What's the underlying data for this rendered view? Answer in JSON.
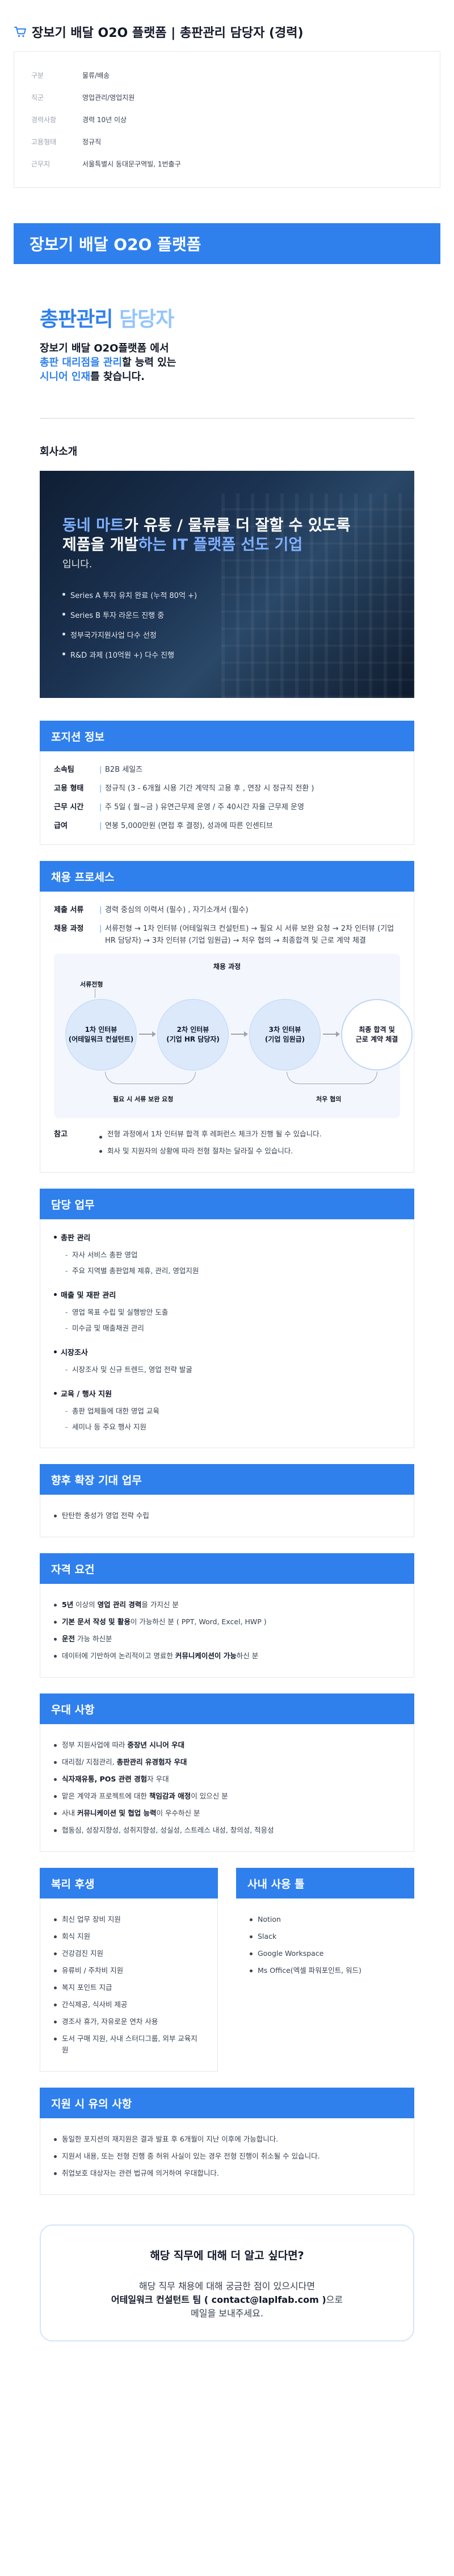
{
  "page_title": "장보기 배달 O2O 플랫폼 | 총판관리 담당자 (경력)",
  "info": [
    {
      "key": "구분",
      "value": "물류/배송"
    },
    {
      "key": "직군",
      "value": "영업관리/영업지원"
    },
    {
      "key": "경력사항",
      "value": "경력 10년 이상"
    },
    {
      "key": "고용형태",
      "value": "정규직"
    },
    {
      "key": "근무지",
      "value": "서울특별시 동대문구역빌, 1번출구"
    }
  ],
  "hero_band": "장보기 배달 O2O 플랫폼",
  "lead": {
    "title_main": "총판관리",
    "title_light": " 담당자",
    "line1": "장보기 배달 O2O플랫폼 에서",
    "line2_hl": "총판 대리점을 관리",
    "line2_rest": "할 능력 있는",
    "line3_hl": "시니어 인재",
    "line3_rest": "를 찾습니다."
  },
  "company": {
    "heading": "회사소개",
    "title_l1_a": "동네 마트",
    "title_l1_b": "가 유통 / 물류",
    "title_l1_c": "를 더 잘할 수 있도록",
    "title_l2_a": "제품을 개발",
    "title_l2_b": "하는 IT 플랫폼 선도 기업",
    "sub": "입니다.",
    "bullets": [
      "Series A 투자 유치 완료 (누적 80억 +)",
      "Series B 투자 라운드 진행 중",
      "정부국가지원사업 다수 선정",
      "R&D 과제 (10억원 +) 다수 진행"
    ]
  },
  "position": {
    "heading": "포지션 정보",
    "rows": [
      {
        "k": "소속팀",
        "v": "B2B 세일즈"
      },
      {
        "k": "고용 형태",
        "v": "정규직 (3 - 6개월 시용 기간 계약직 고용 후 , 연장 시 정규직 전환 )"
      },
      {
        "k": "근무 시간",
        "v": "주 5일 ( 월~금 ) 유연근무제 운영 / 주 40시간 자율 근무제 운영"
      },
      {
        "k": "급여",
        "v": "연봉 5,000만원 (면접 후 결정), 성과에 따른 인센티브"
      }
    ]
  },
  "process": {
    "heading": "채용 프로세스",
    "rows": [
      {
        "k": "제출 서류",
        "v": "경력 중심의 이력서 (필수) , 자기소개서 (필수)"
      },
      {
        "k": "채용 과정",
        "v": "서류전형 → 1차 인터뷰 (어테일워크 컨설턴트) → 필요 시 서류 보완 요청 → 2차 인터뷰 (기업 HR 담당자) → 3차 인터뷰 (기업 임원급) → 처우 협의 → 최종합격 및 근로 계약 체결"
      }
    ],
    "diagram_title": "채용 과정",
    "start_label": "서류전형",
    "steps": [
      {
        "l1": "1차 인터뷰",
        "l2": "(어테일워크 컨설턴트)"
      },
      {
        "l1": "2차 인터뷰",
        "l2": "(기업 HR 담당자)"
      },
      {
        "l1": "3차 인터뷰",
        "l2": "(기업 임원급)"
      },
      {
        "l1": "최종 합격 및",
        "l2": "근로 계약 체결"
      }
    ],
    "note_left": "필요 시 서류 보완 요청",
    "note_right": "처우 협의",
    "ref_key": "참고",
    "ref_notes": [
      "전형 과정에서 1차 인터뷰 합격 후 레퍼런스 체크가 진행 될 수 있습니다.",
      "회사 및 지원자의 상황에 따라 전형 절차는 달라질 수 있습니다."
    ]
  },
  "duties": {
    "heading": "담당 업무",
    "groups": [
      {
        "title": "총판 관리",
        "items": [
          "자사 서비스 총판 영업",
          "주요 지역별 총판업체 제휴, 관리, 영업지원"
        ]
      },
      {
        "title": "매출 및 재판 관리",
        "items": [
          "영업 목표 수립 및 실행방안 도출",
          "미수금 및 매출채권 관리"
        ]
      },
      {
        "title": "시장조사",
        "items": [
          "시장조사 및 신규 트렌드, 영업 전략 발굴"
        ]
      },
      {
        "title": "교육 / 행사 지원",
        "items": [
          "총판 업체들에 대한 영업 교육",
          "세미나 등 주요 행사 지원"
        ]
      }
    ]
  },
  "future": {
    "heading": "향후 확장 기대 업무",
    "items": [
      "탄탄한 충성가 영업 전략 수립"
    ]
  },
  "qual": {
    "heading": "자격 요건",
    "items": [
      {
        "b": "5년",
        "r1": " 이상의 ",
        "b2": "영업 관리 경력",
        "r2": "을 가지신 분"
      },
      {
        "b": "기본 문서 작성 및 활용",
        "r1": "이 가능하신 분 ( PPT, Word, Excel, HWP )",
        "b2": "",
        "r2": ""
      },
      {
        "b": "운전",
        "r1": " 가능 하신분",
        "b2": "",
        "r2": ""
      },
      {
        "b": "",
        "r1": "데이터에 기반하여 논리적이고 명료한 ",
        "b2": "커뮤니케이션이 가능",
        "r2": "하신 분"
      }
    ]
  },
  "pref": {
    "heading": "우대 사항",
    "items": [
      {
        "r1": "정부 지원사업에 따라 ",
        "b": "중장년 시니어 우대",
        "r2": ""
      },
      {
        "r1": "대리점/ 지점관리, ",
        "b": "총판관리 유경험자 우대",
        "r2": ""
      },
      {
        "r1": "",
        "b": "식자재유통, POS 관련 경험",
        "r2": "자 우대"
      },
      {
        "r1": "맡은 계약과 프로젝트에 대한 ",
        "b": "책임감과 애정",
        "r2": "이 있으신 분"
      },
      {
        "r1": "사내 ",
        "b": "커뮤니케이션 및 협업 능력",
        "r2": "이 우수하신 분"
      },
      {
        "r1": "협동심, 성장지향성, 성취지향성, 성실성, 스트레스 내성, 창의성, 적응성",
        "b": "",
        "r2": ""
      }
    ]
  },
  "welfare": {
    "heading": "복리 후생",
    "items": [
      "최신 업무 장비 지원",
      "회식 지원",
      "건강검진 지원",
      "유류비 / 주차비 지원",
      "복지 포인트 지급",
      "간식제공, 식사비 제공",
      "경조사 휴가, 자유로운 연차 사용",
      "도서 구매 지원, 사내 스터디그룹, 외부 교육지원"
    ]
  },
  "tools": {
    "heading": "사내 사용 툴",
    "items": [
      "Notion",
      "Slack",
      "Google Workspace",
      "Ms Office(엑셀 파워포인트, 워드)"
    ]
  },
  "notice": {
    "heading": "지원 시 유의 사항",
    "items": [
      "동일한 포지션의 재지원은 결과 발표 후 6개월이 지난 이후에 가능합니다.",
      "지원서 내용, 또는 전형 진행 중 허위 사실이 있는 경우 전형 진행이 취소될 수 있습니다.",
      "취업보호 대상자는 관련 법규에 의거하여 우대합니다."
    ]
  },
  "contact": {
    "title": "해당 직무에 대해 더 알고 싶다면?",
    "line1": "해당 직무 채용에 대해 궁금한 점이 있으시다면",
    "line2_bold": "어테일워크 컨설턴트 팀 ( contact@laplfab.com )",
    "line2_rest": "으로",
    "line3": "메일을 보내주세요."
  }
}
